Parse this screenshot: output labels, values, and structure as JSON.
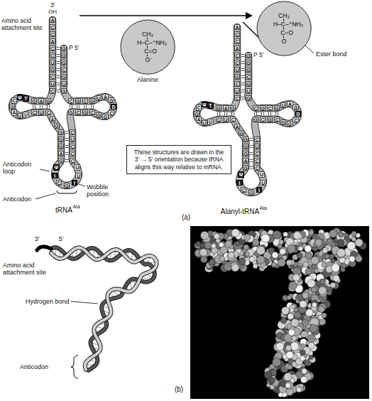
{
  "diagram": {
    "nodes": [
      {
        "text": [
          "CH₃",
          "H–C–⁺NH₃",
          "C=O",
          "O⁻",
          "Alanine"
        ]
      },
      {
        "text": [
          "CH₃",
          "H–C–⁺NH₃",
          "C=O",
          "O"
        ]
      },
      {
        "text": [
          "These structures are drawn in the 3′ → 5′ orientation because tRNA aligns this way relative to mRNA."
        ]
      }
    ],
    "labels": [
      "Amino acid attachment site",
      "3′",
      "OH",
      "ACCACCUGCUC",
      "GGGCGUG",
      "CGCG",
      "UAGDCGG",
      "GCGC",
      "CUCCC",
      "GGGAG",
      "UUIGCIΨ",
      "AG",
      "CUC",
      "TΨCGAUU",
      "GAG",
      "P 5′",
      "Anticodon loop",
      "Wobble position",
      "Anticodon",
      "tRNA",
      "Ala",
      "Ester bond",
      "ACCACCUGCUC",
      "GGGCGUG",
      "CGCG",
      "UAGDCGG",
      "GCGC",
      "CUCCC",
      "GGGAG",
      "UUIGCIΨ",
      "AG",
      "CUC",
      "TΨCGAUU",
      "GAG",
      "P 5′",
      "Alanyl-tRNA",
      "Ala",
      "(a)",
      "3′",
      "5′",
      "Amino acid attachment site",
      "Hydrogen bond",
      "Anticodon",
      "(b)"
    ]
  }
}
